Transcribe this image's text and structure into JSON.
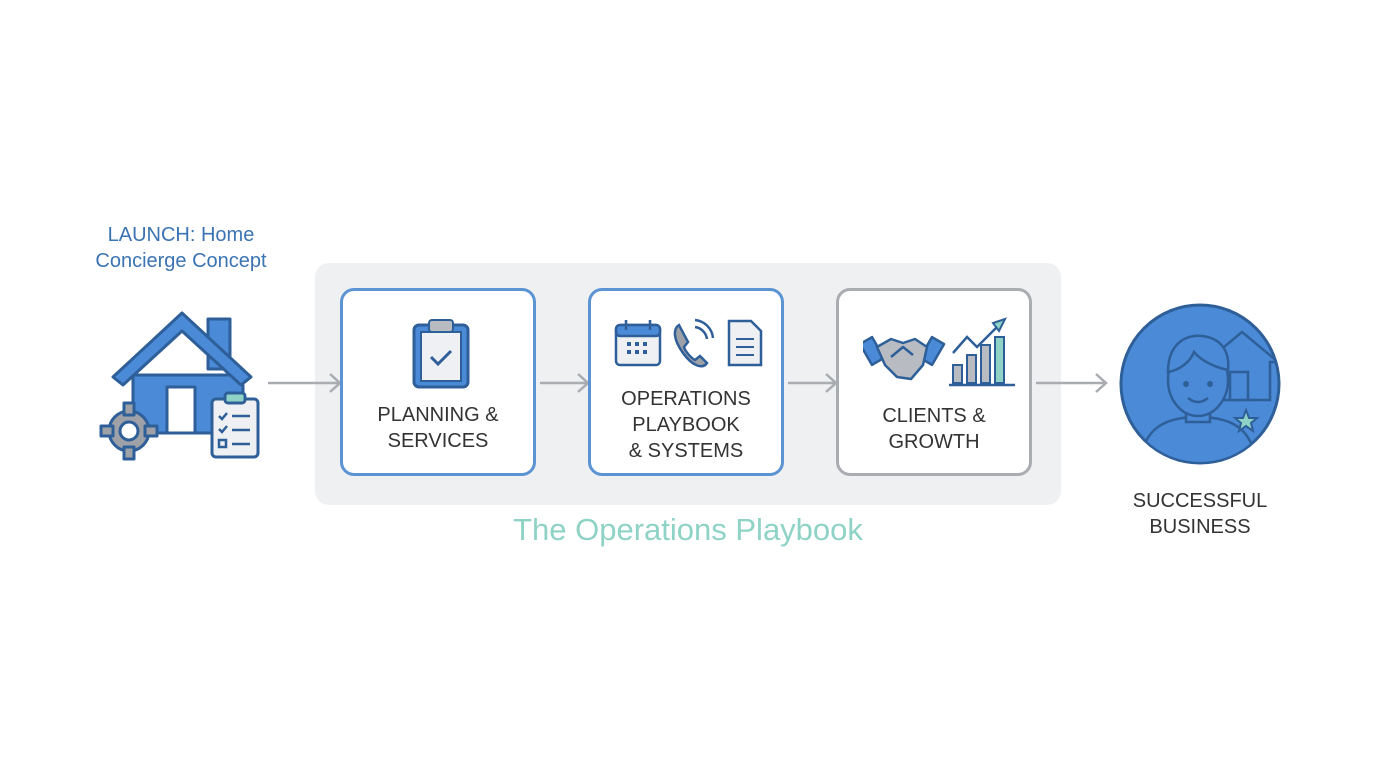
{
  "launch": {
    "line1": "LAUNCH: Home",
    "line2": "Concierge Concept"
  },
  "steps": [
    {
      "line1": "PLANNING &",
      "line2": "SERVICES",
      "icon": "clipboard-check-icon"
    },
    {
      "line1": "OPERATIONS",
      "line2": "PLAYBOOK",
      "line3": "& SYSTEMS",
      "icon": "calendar-phone-document-icon"
    },
    {
      "line1": "CLIENTS &",
      "line2": "GROWTH",
      "icon": "handshake-growth-chart-icon"
    }
  ],
  "group_title": "The Operations Playbook",
  "outcome": {
    "line1": "SUCCESSFUL",
    "line2": "BUSINESS"
  },
  "colors": {
    "blue": "#4a8ad6",
    "dark_blue": "#2f5f99",
    "teal": "#8fd3c6",
    "gray": "#a9acb1"
  }
}
